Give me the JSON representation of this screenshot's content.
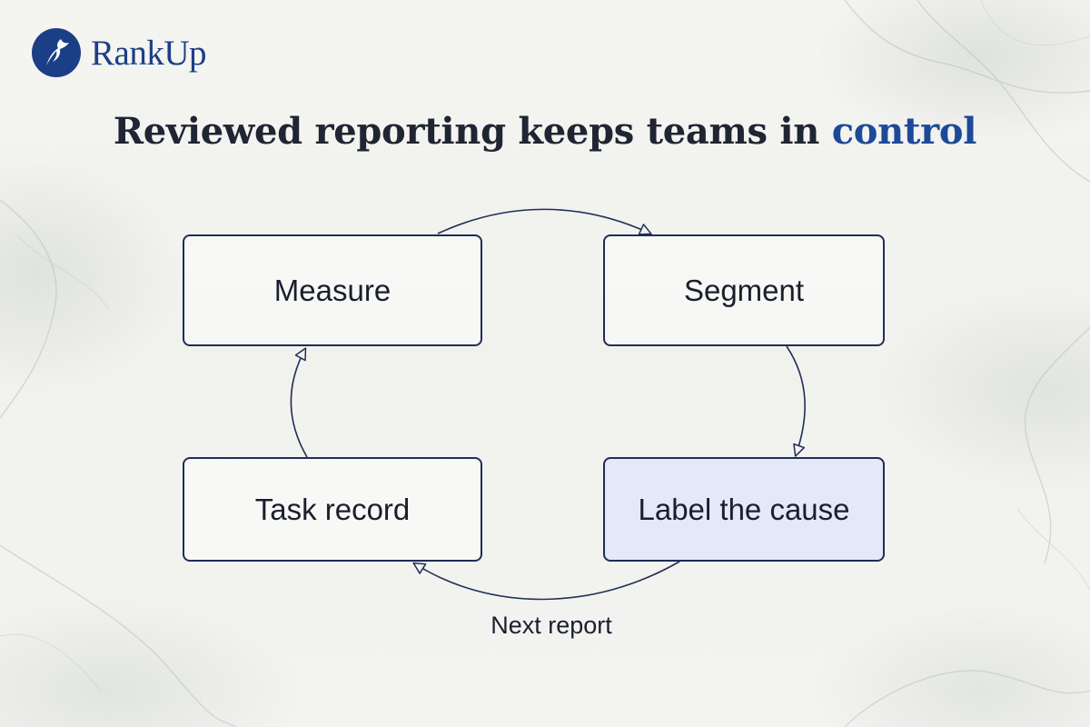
{
  "brand": {
    "name": "RankUp",
    "color": "#1b3f86"
  },
  "headline": {
    "text_before_accent": "Reviewed reporting keeps teams in ",
    "accent_text": "control",
    "accent_color": "#1d4a98"
  },
  "cycle": {
    "nodes": [
      {
        "id": "measure",
        "label": "Measure",
        "highlighted": false
      },
      {
        "id": "segment",
        "label": "Segment",
        "highlighted": false
      },
      {
        "id": "label-cause",
        "label": "Label the cause",
        "highlighted": true
      },
      {
        "id": "task-record",
        "label": "Task record",
        "highlighted": false
      }
    ],
    "loop_label": "Next report",
    "highlight_fill": "#e4e8f7",
    "stroke_color": "#1f2d57"
  }
}
